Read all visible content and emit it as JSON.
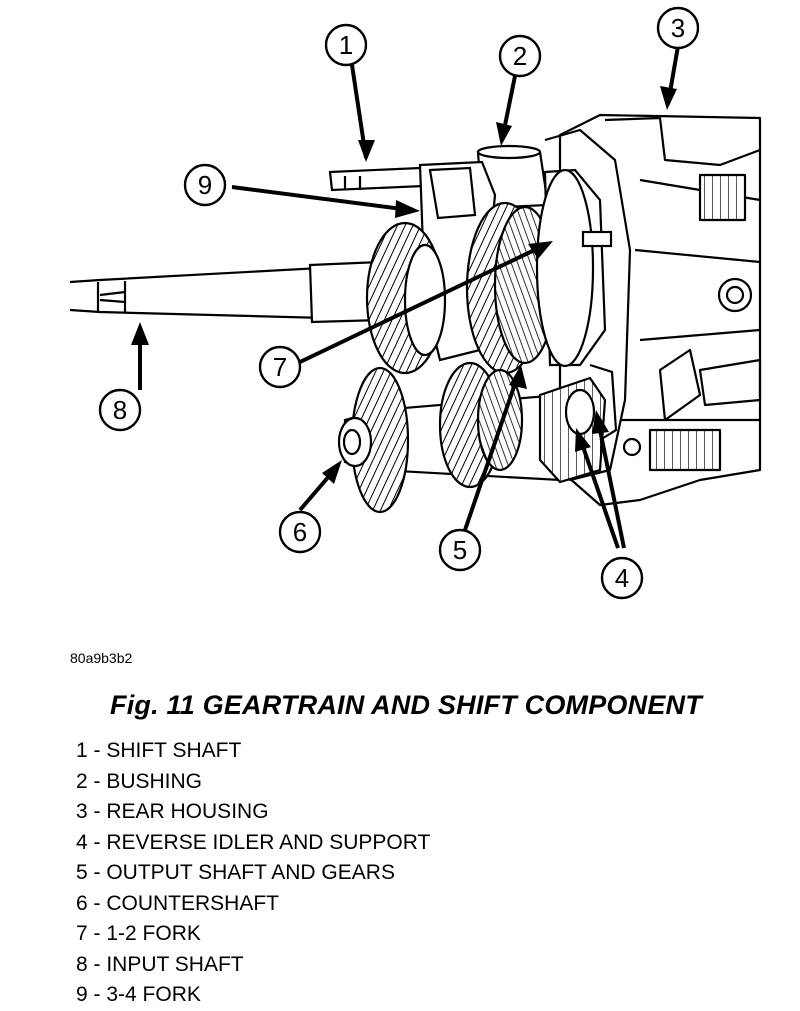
{
  "drawing_id": "80a9b3b2",
  "figure_title": "Fig. 11 GEARTRAIN AND SHIFT COMPONENT",
  "callouts": [
    "1",
    "2",
    "3",
    "4",
    "5",
    "6",
    "7",
    "8",
    "9"
  ],
  "legend": [
    "1 - SHIFT SHAFT",
    "2 - BUSHING",
    "3 - REAR HOUSING",
    "4 - REVERSE IDLER AND SUPPORT",
    "5 - OUTPUT SHAFT AND GEARS",
    "6 - COUNTERSHAFT",
    "7 - 1-2 FORK",
    "8 - INPUT SHAFT",
    "9 - 3-4 FORK"
  ]
}
